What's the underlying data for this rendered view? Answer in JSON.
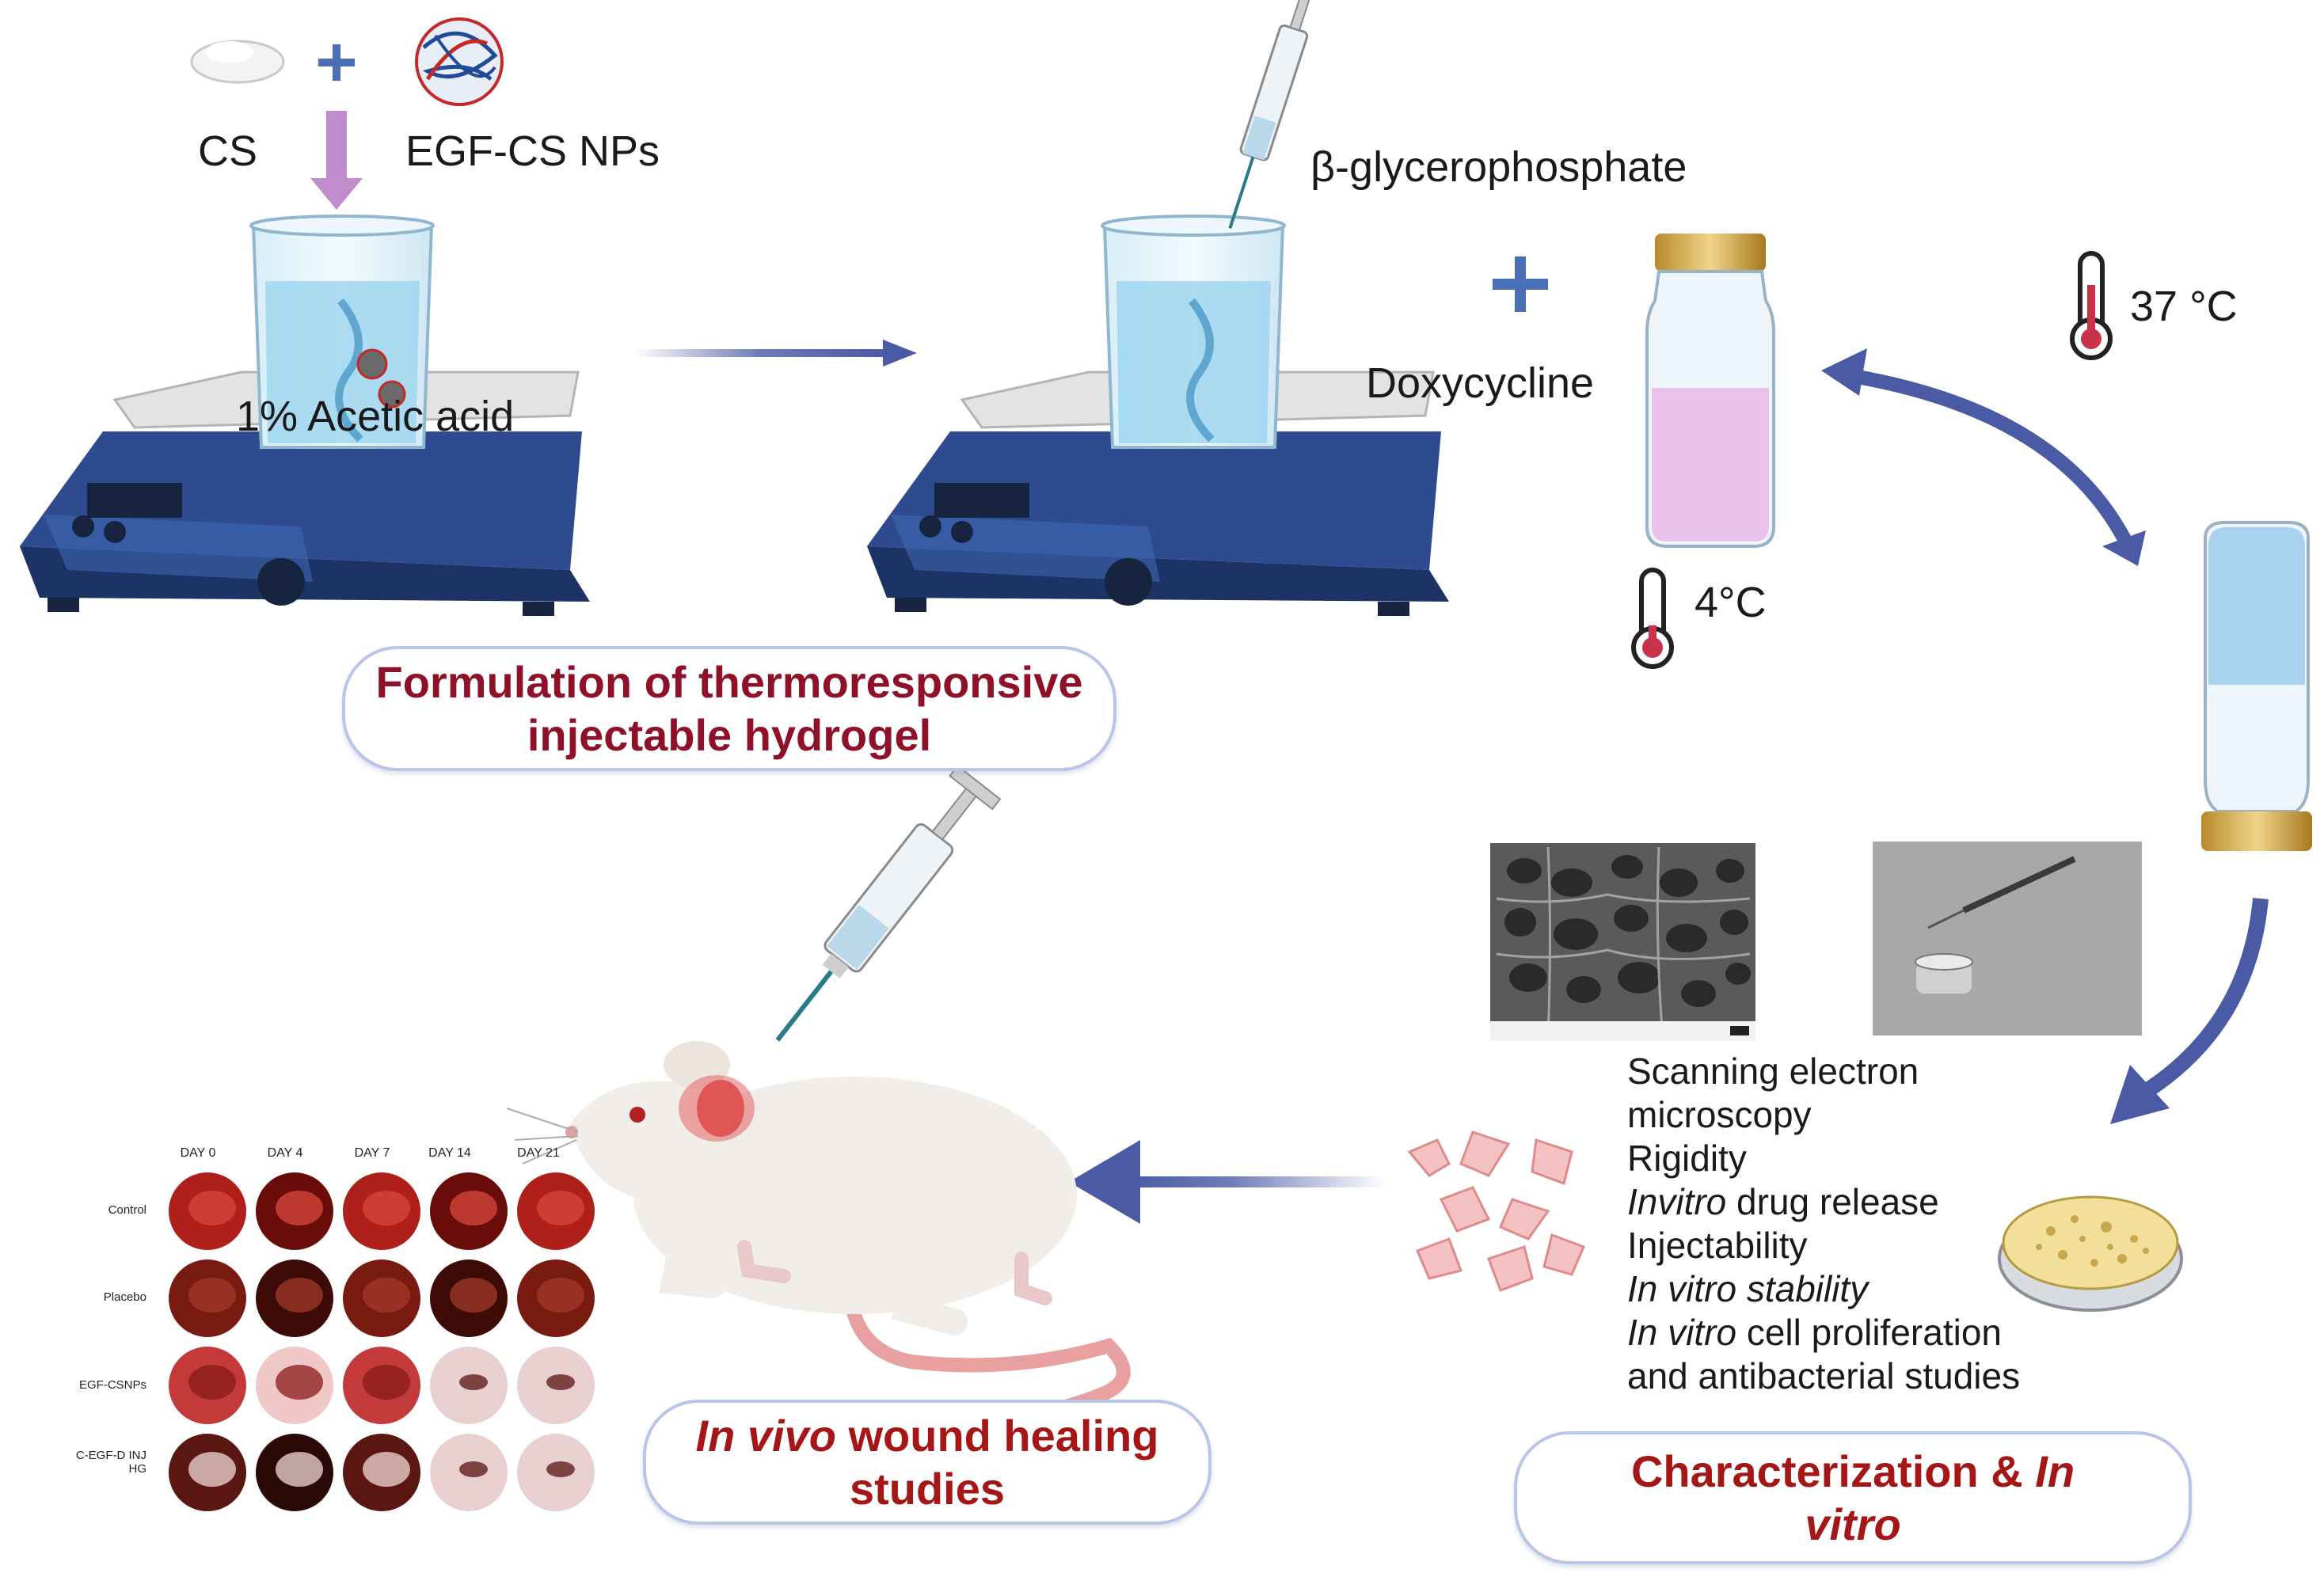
{
  "step1": {
    "cs": "CS",
    "egf_np": "EGF-CS NPs",
    "acetic": "1% Acetic acid"
  },
  "step2": {
    "bgp": "β-glycerophosphate",
    "doxy": "Doxycycline"
  },
  "temps": {
    "cold": "4°C",
    "warm": "37 °C"
  },
  "formulation_box": {
    "line1": "Formulation of thermoresponsive",
    "line2": "injectable hydrogel"
  },
  "characterization_list": [
    {
      "text": "Scanning electron",
      "italic": false
    },
    {
      "text": "microscopy",
      "italic": false
    },
    {
      "text": "Rigidity",
      "italic": false
    },
    {
      "italic_part": "Invitro",
      "rest": " drug release"
    },
    {
      "text": "Injectability",
      "italic": false
    },
    {
      "text": "In vitro stability",
      "italic": true
    },
    {
      "italic_part": "In vitro",
      "rest": " cell proliferation"
    },
    {
      "text": "and antibacterial studies",
      "italic": false
    }
  ],
  "invivo_box": {
    "italic": "In vivo",
    "rest": " wound healing",
    "line2": "studies"
  },
  "char_box": {
    "line1a": "Characterization & ",
    "line1b": "In",
    "line2": "vitro"
  },
  "wound_grid": {
    "days": [
      "DAY 0",
      "DAY 4",
      "DAY 7",
      "DAY 14",
      "DAY 21"
    ],
    "groups": [
      "Control",
      "Placebo",
      "EGF-CSNPs",
      "C-EGF-D INJ HG"
    ]
  },
  "colors": {
    "arrow_blue": "#4a5aa5",
    "arrow_purple": "#c08ccc",
    "title_red": "#a51616",
    "pill_border": "#b9c6e6",
    "hotplate_blue": "#2d4b8e",
    "liquid_blue": "#9fd6ee",
    "vial_pink": "#e8c2ea"
  }
}
